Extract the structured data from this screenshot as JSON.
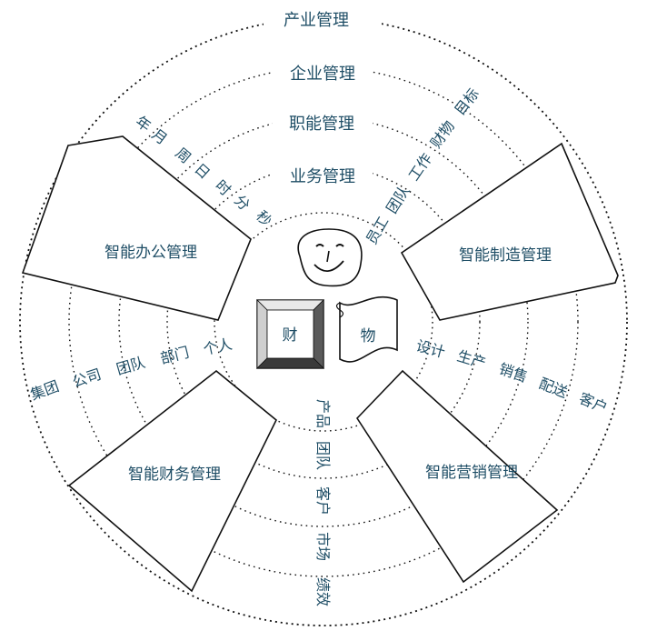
{
  "rings": {
    "outer": "产业管理",
    "second": "企业管理",
    "third": "职能管理",
    "fourth": "业务管理"
  },
  "modules": {
    "top_left": "智能办公管理",
    "top_right": "智能制造管理",
    "bottom_left": "智能财务管理",
    "bottom_right": "智能营销管理"
  },
  "center": {
    "cai": "财",
    "wu": "物"
  },
  "arcs": {
    "time": [
      "年",
      "月",
      "周",
      "日",
      "时",
      "分",
      "秒"
    ],
    "org": [
      "集团",
      "公司",
      "团队",
      "部门",
      "个人"
    ],
    "target": [
      "员工",
      "团队",
      "工作",
      "财物",
      "目标"
    ],
    "chain": [
      "设计",
      "生产",
      "销售",
      "配送",
      "客户"
    ],
    "market": [
      "产品",
      "团队",
      "客户",
      "市场",
      "绩效"
    ]
  }
}
